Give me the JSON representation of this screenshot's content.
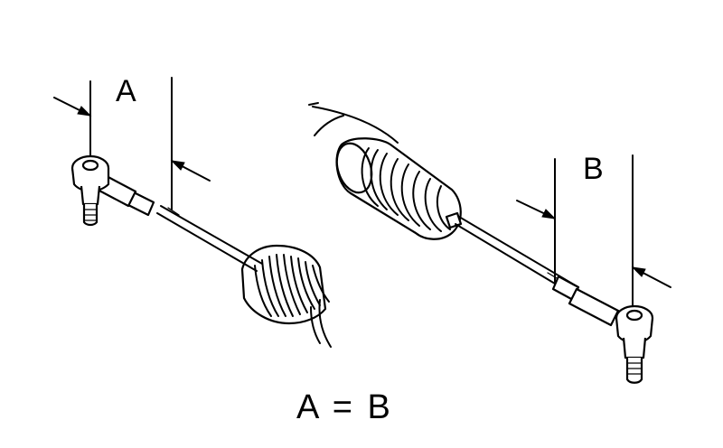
{
  "labels": {
    "a": "A",
    "b": "B",
    "equation": "A = B"
  }
}
